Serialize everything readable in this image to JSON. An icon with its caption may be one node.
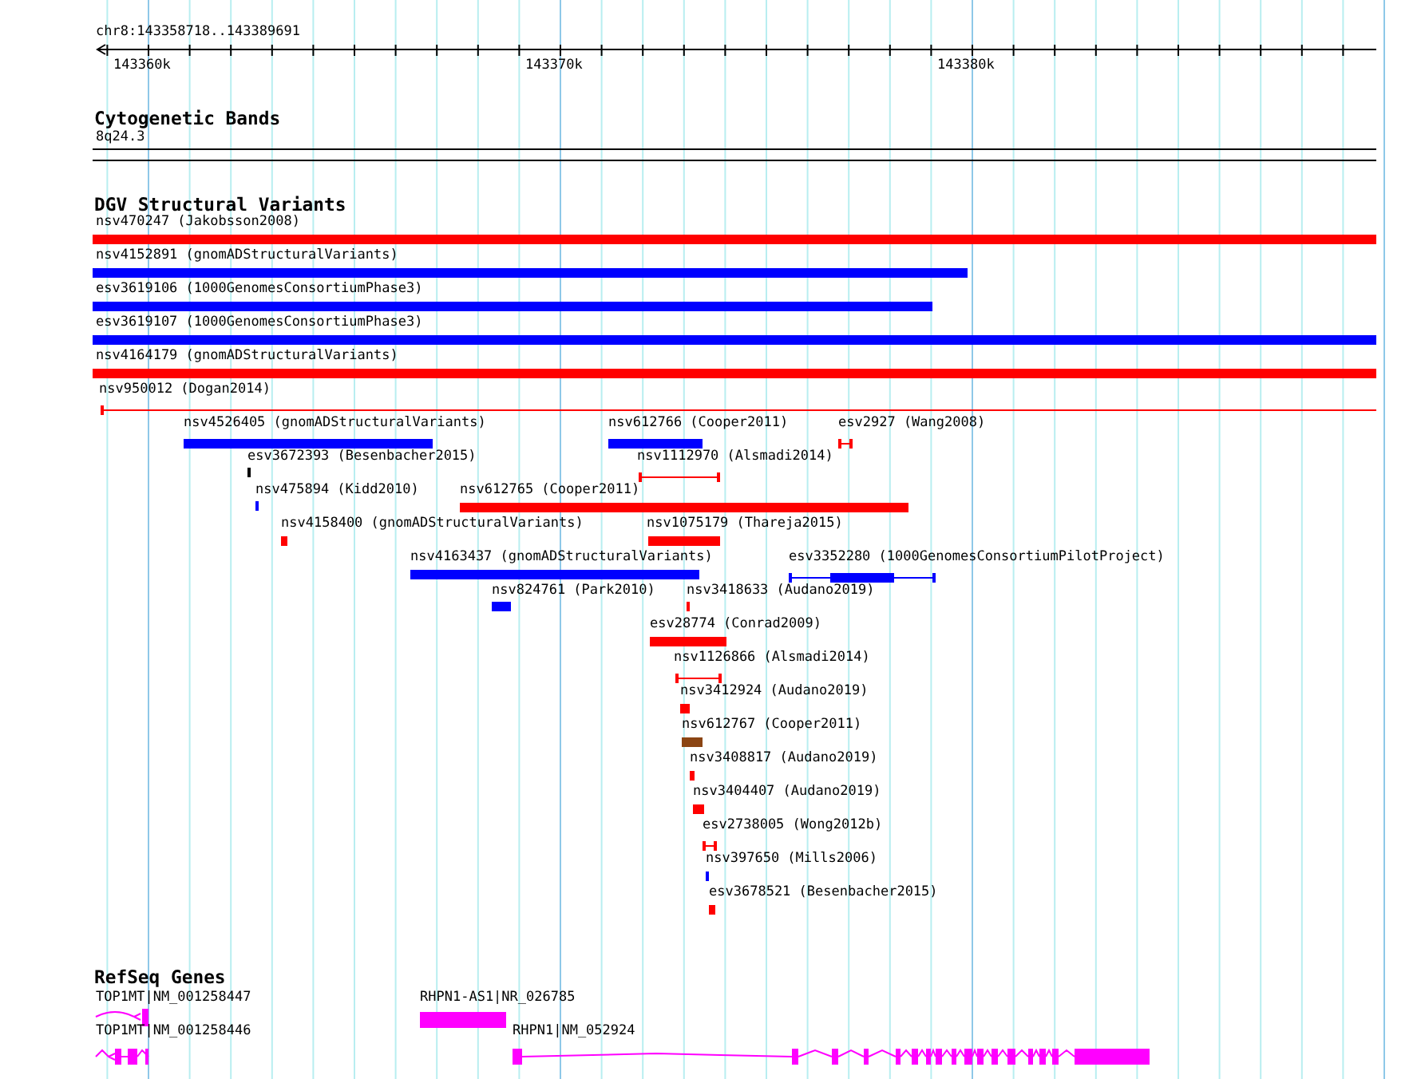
{
  "diagram": {
    "nodes": [
      {
        "text": [
          "nsv470247 (Jakobsson2008)"
        ]
      },
      {
        "text": [
          "nsv4152891 (gnomADStructuralVariants)"
        ]
      },
      {
        "text": [
          "esv3619106 (1000GenomesConsortiumPhase3)"
        ]
      },
      {
        "text": [
          "esv3619107 (1000GenomesConsortiumPhase3)"
        ]
      },
      {
        "text": [
          "nsv4164179 (gnomADStructuralVariants)"
        ]
      },
      {
        "text": [
          "nsv950012 (Dogan2014)"
        ]
      },
      {
        "text": [
          "nsv4526405 (gnomADStructuralVariants)"
        ]
      },
      {
        "text": [
          "nsv612766 (Cooper2011)"
        ]
      },
      {
        "text": [
          "esv2927 (Wang2008)"
        ]
      },
      {
        "text": [
          "esv3672393 (Besenbacher2015)"
        ]
      },
      {
        "text": [
          "nsv1112970 (Alsmadi2014)"
        ]
      },
      {
        "text": [
          "nsv475894 (Kidd2010)"
        ]
      },
      {
        "text": [
          "nsv612765 (Cooper2011)"
        ]
      },
      {
        "text": [
          "nsv4158400 (gnomADStructuralVariants)"
        ]
      },
      {
        "text": [
          "nsv1075179 (Thareja2015)"
        ]
      },
      {
        "text": [
          "nsv4163437 (gnomADStructuralVariants)"
        ]
      },
      {
        "text": [
          "esv3352280 (1000GenomesConsortiumPilotProject)"
        ]
      },
      {
        "text": [
          "nsv824761 (Park2010)"
        ]
      },
      {
        "text": [
          "nsv3418633 (Audano2019)"
        ]
      },
      {
        "text": [
          "esv28774 (Conrad2009)"
        ]
      },
      {
        "text": [
          "nsv1126866 (Alsmadi2014)"
        ]
      },
      {
        "text": [
          "nsv3412924 (Audano2019)"
        ]
      },
      {
        "text": [
          "nsv612767 (Cooper2011)"
        ]
      },
      {
        "text": [
          "nsv3408817 (Audano2019)"
        ]
      },
      {
        "text": [
          "nsv3404407 (Audano2019)"
        ]
      },
      {
        "text": [
          "esv2738005 (Wong2012b)"
        ]
      },
      {
        "text": [
          "nsv397650 (Mills2006)"
        ]
      },
      {
        "text": [
          "esv3678521 (Besenbacher2015)"
        ]
      },
      {
        "text": [
          "TOP1MT|NM_001258447"
        ]
      },
      {
        "text": [
          "RHPN1-AS1|NR_026785"
        ]
      },
      {
        "text": [
          "TOP1MT|NM_001258446"
        ]
      },
      {
        "text": [
          "RHPN1|NM_052924"
        ]
      }
    ],
    "labels": [
      "chr8:143358718..143389691",
      "143360k",
      "143370k",
      "143380k",
      "Cytogenetic Bands",
      "8q24.3",
      "DGV Structural Variants",
      "RefSeq Genes"
    ]
  }
}
